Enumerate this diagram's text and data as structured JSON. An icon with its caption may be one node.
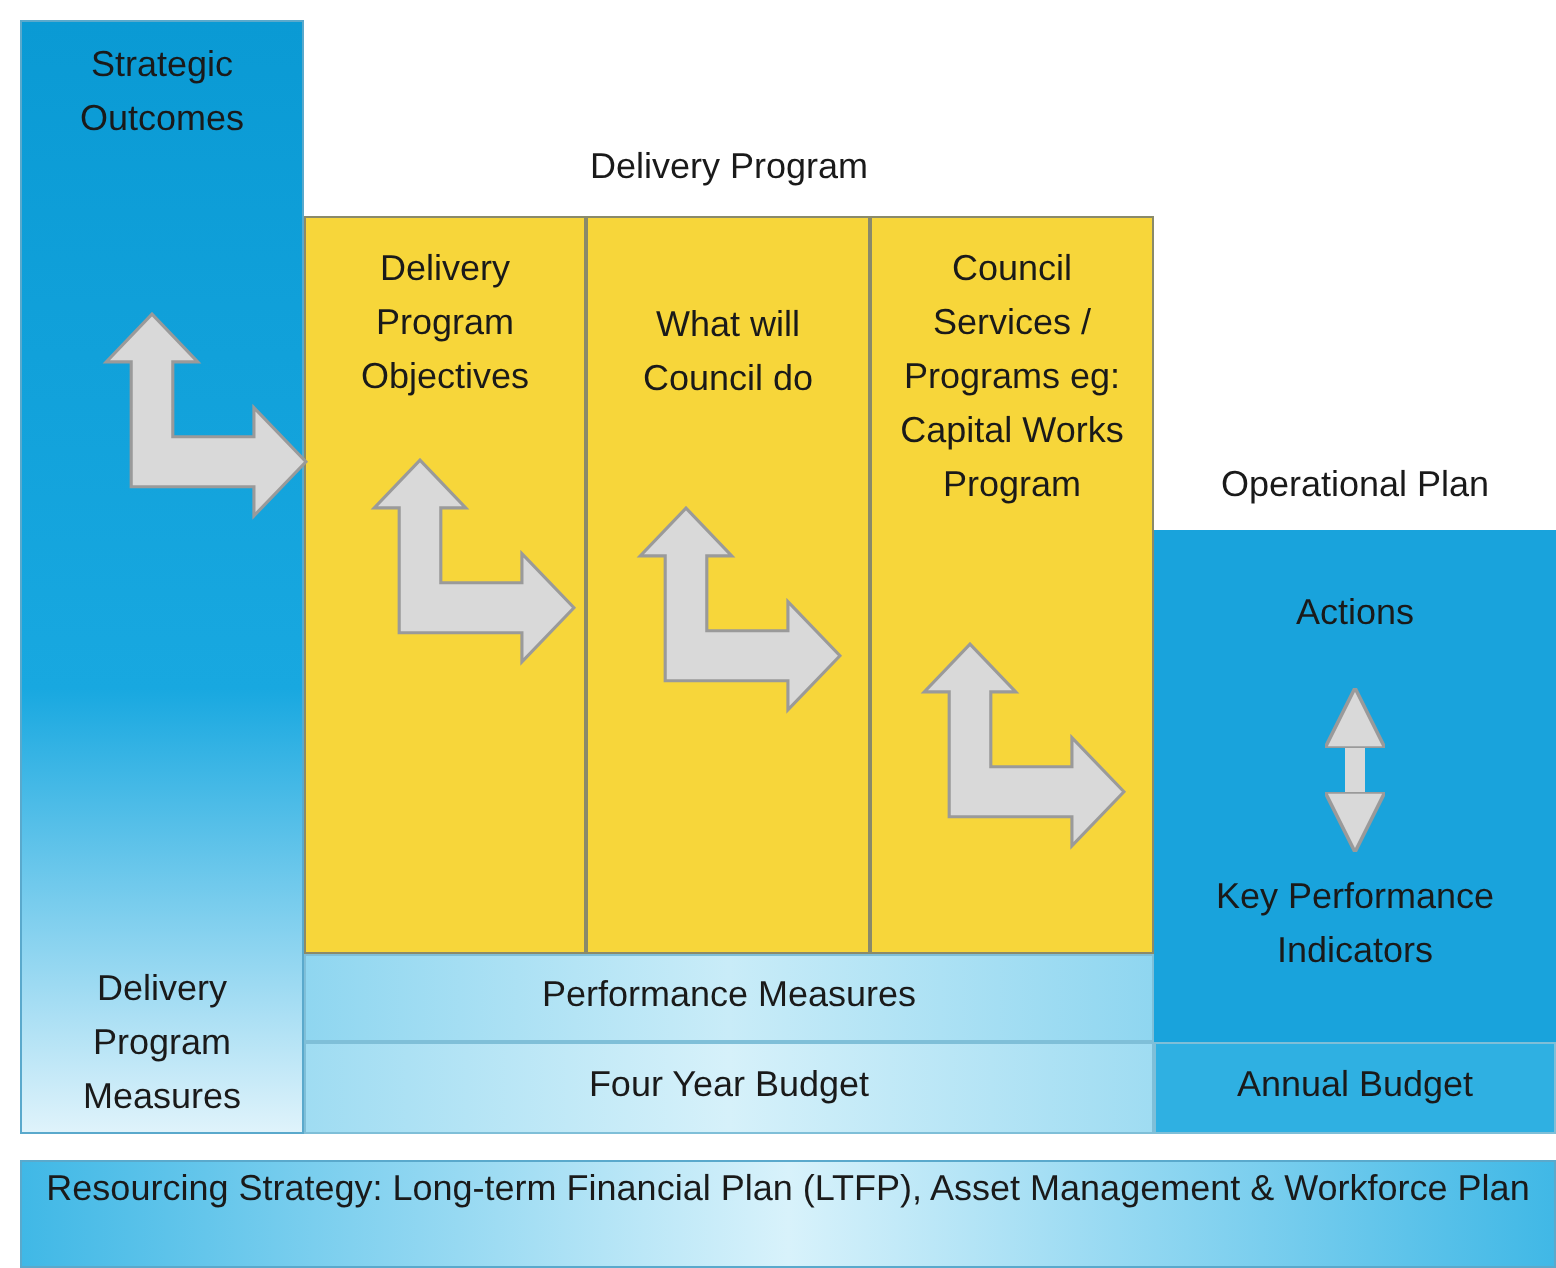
{
  "diagram": {
    "nodes": [
      {
        "text": [
          "Strategic Outcomes",
          "Delivery Program Measures"
        ]
      },
      {
        "text": [
          "Delivery Program"
        ]
      },
      {
        "text": [
          "Delivery Program Objectives"
        ],
        "in": 1
      },
      {
        "text": [
          "What will Council do"
        ],
        "in": 1
      },
      {
        "text": [
          "Council Services / Programs eg: Capital Works Program"
        ],
        "in": 1
      },
      {
        "text": [
          "Performance Measures"
        ],
        "in": 1
      },
      {
        "text": [
          "Four Year Budget"
        ],
        "in": 1
      },
      {
        "text": [
          "Operational Plan"
        ]
      },
      {
        "text": [
          "Actions"
        ],
        "in": 7
      },
      {
        "text": [
          "Key Performance Indicators"
        ],
        "in": 7
      },
      {
        "text": [
          "Annual Budget"
        ],
        "in": 7
      },
      {
        "text": [
          "Resourcing Strategy: Long-term Financial Plan (LTFP), Asset Management & Workforce Plan"
        ]
      }
    ],
    "edges": [
      {
        "from": 8,
        "to": 9,
        "arrow": "both"
      }
    ]
  }
}
